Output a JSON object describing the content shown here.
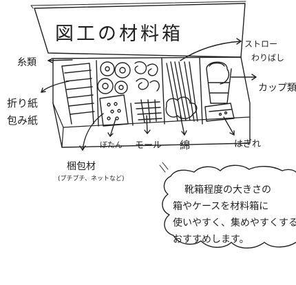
{
  "title": "図工の材料箱",
  "labels": {
    "thread": "糸類",
    "folded_paper": "折り紙",
    "wrapping_paper": "包み紙",
    "straw": "ストロー",
    "chopsticks": "わりばし",
    "cups": "カップ類",
    "buttons": "ぼたん",
    "pipe_cleaner": "モール",
    "cotton": "綿",
    "scraps": "はぎれ",
    "packing": "梱包材",
    "packing_note": "(プチプチ、ネットなど)"
  },
  "note_lines": [
    "靴箱程度の大きさの",
    "箱やケースを材料箱に",
    "使いやすく、集めやすくするのが",
    "おすすめします。"
  ]
}
